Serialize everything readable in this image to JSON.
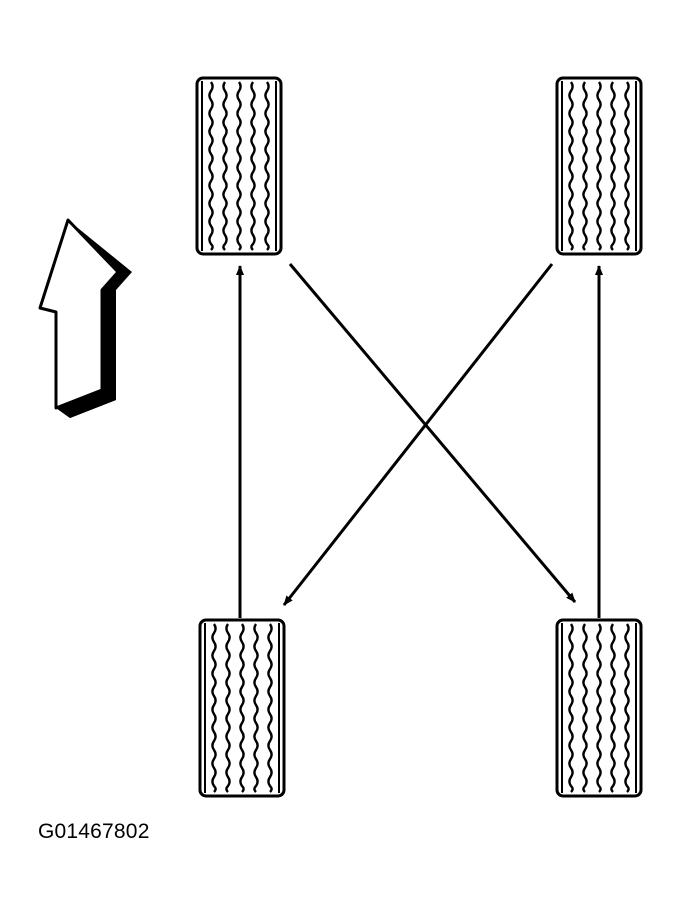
{
  "figure_id": "G01467802",
  "colors": {
    "ink": "#000000",
    "paper": "#ffffff"
  },
  "icons": {
    "direction": "forward-arrow-icon",
    "tire": "tire-tread-icon"
  },
  "tires": [
    {
      "position": "front-left"
    },
    {
      "position": "front-right"
    },
    {
      "position": "rear-left"
    },
    {
      "position": "rear-right"
    }
  ],
  "rotation_moves": [
    {
      "from": "rear-left",
      "to": "front-left"
    },
    {
      "from": "rear-right",
      "to": "front-right"
    },
    {
      "from": "front-left",
      "to": "rear-right"
    },
    {
      "from": "front-right",
      "to": "rear-left"
    }
  ]
}
